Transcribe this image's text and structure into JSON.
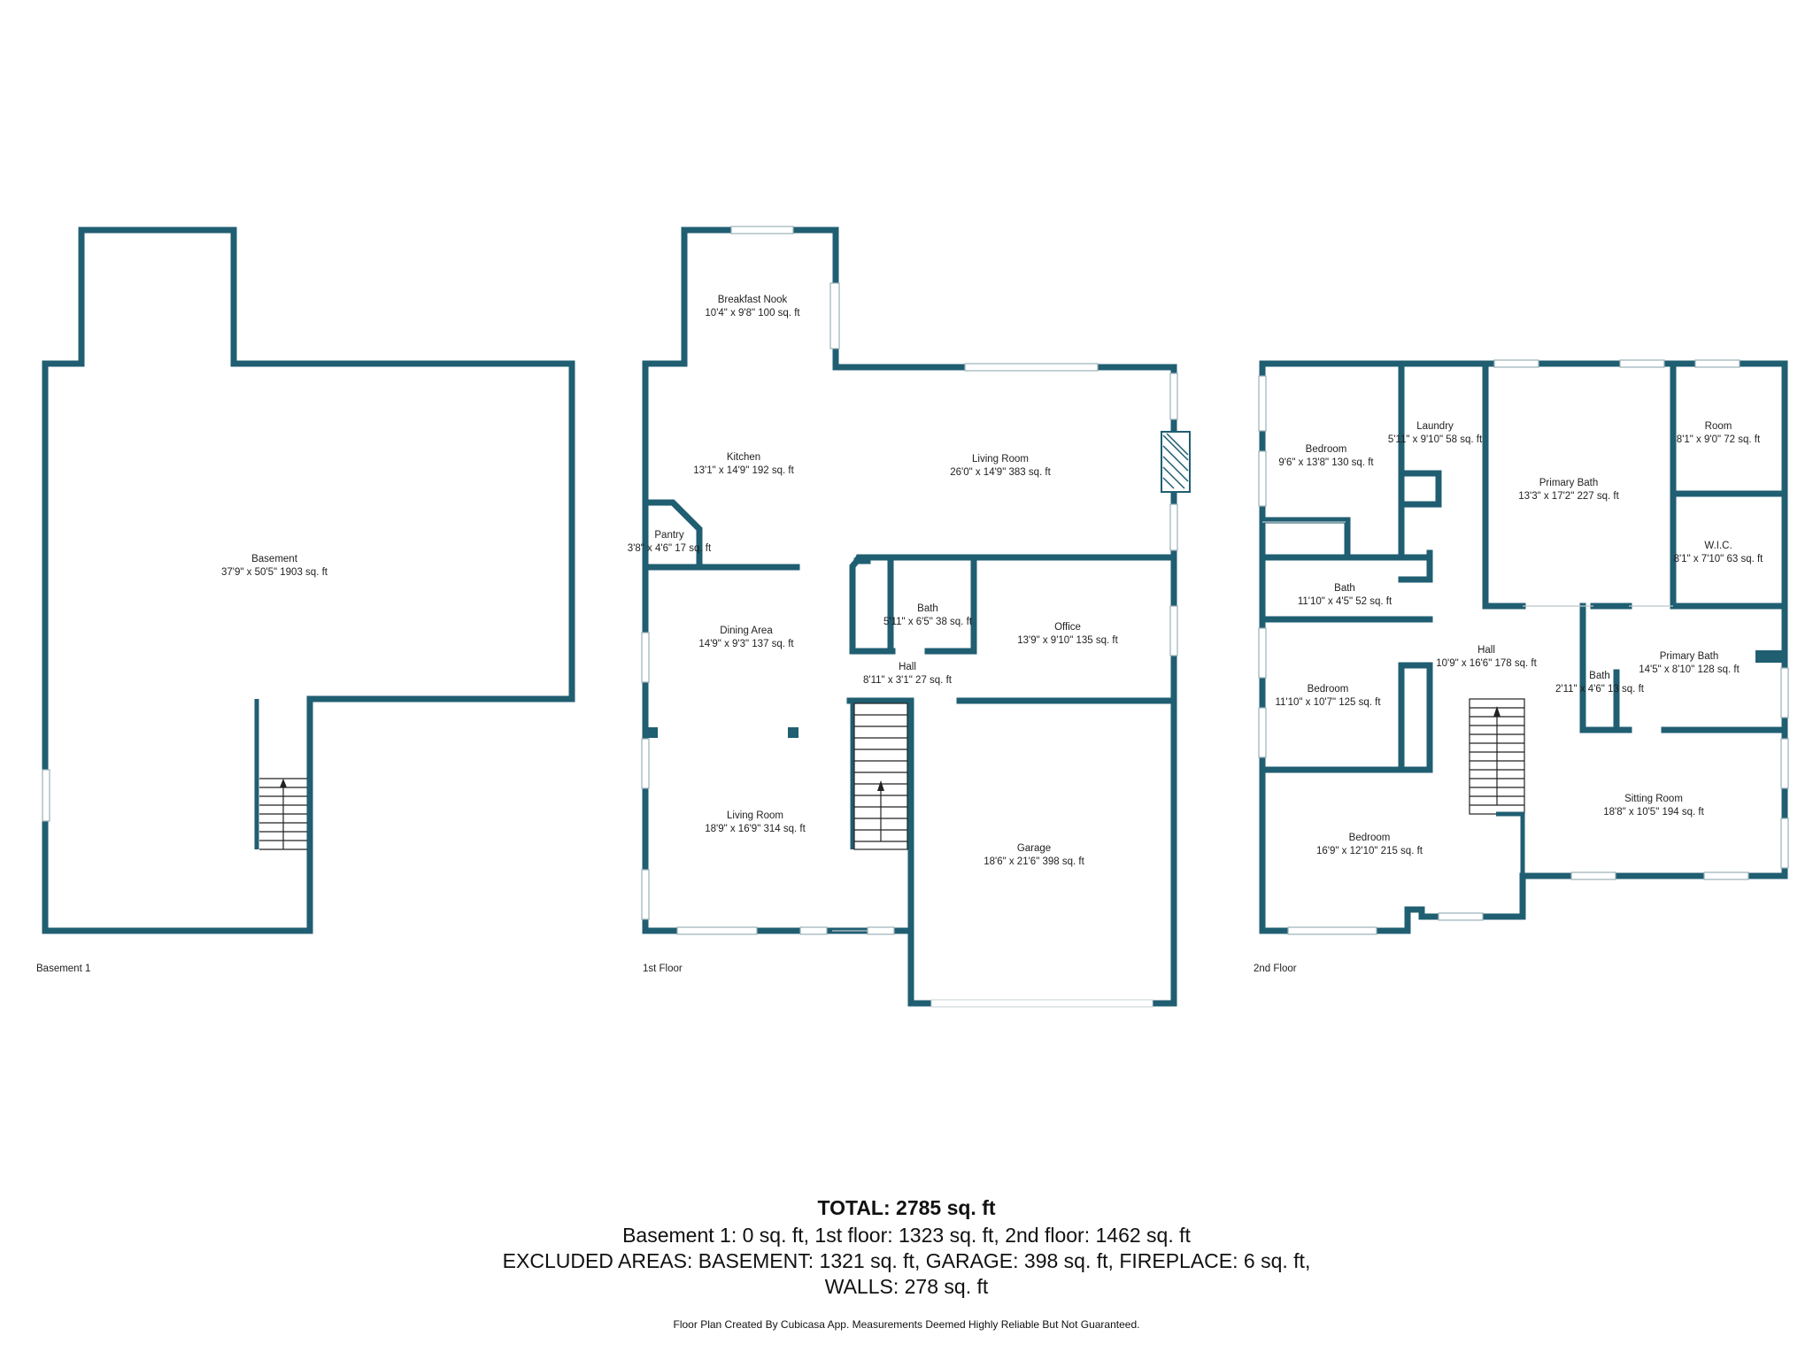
{
  "floors": [
    {
      "id": "basement",
      "label": "Basement 1"
    },
    {
      "id": "first",
      "label": "1st Floor"
    },
    {
      "id": "second",
      "label": "2nd Floor"
    }
  ],
  "rooms": {
    "basement": {
      "name": "Basement",
      "dim": "37'9\" x 50'5\" 1903 sq. ft"
    },
    "breakfast_nook": {
      "name": "Breakfast Nook",
      "dim": "10'4\" x 9'8\" 100 sq. ft"
    },
    "kitchen": {
      "name": "Kitchen",
      "dim": "13'1\" x 14'9\" 192 sq. ft"
    },
    "living_room_1": {
      "name": "Living Room",
      "dim": "26'0\" x 14'9\" 383 sq. ft"
    },
    "pantry": {
      "name": "Pantry",
      "dim": "3'8\" x 4'6\" 17 sq. ft"
    },
    "dining_area": {
      "name": "Dining Area",
      "dim": "14'9\" x 9'3\" 137 sq. ft"
    },
    "bath_1": {
      "name": "Bath",
      "dim": "5'11\" x 6'5\" 38 sq. ft"
    },
    "office": {
      "name": "Office",
      "dim": "13'9\" x 9'10\" 135 sq. ft"
    },
    "hall_1": {
      "name": "Hall",
      "dim": "8'11\" x 3'1\" 27 sq. ft"
    },
    "living_room_2": {
      "name": "Living Room",
      "dim": "18'9\" x 16'9\" 314 sq. ft"
    },
    "garage": {
      "name": "Garage",
      "dim": "18'6\" x 21'6\" 398 sq. ft"
    },
    "bedroom_a": {
      "name": "Bedroom",
      "dim": "9'6\" x 13'8\" 130 sq. ft"
    },
    "laundry": {
      "name": "Laundry",
      "dim": "5'11\" x 9'10\" 58 sq. ft"
    },
    "primary_bath_a": {
      "name": "Primary Bath",
      "dim": "13'3\" x 17'2\" 227 sq. ft"
    },
    "room": {
      "name": "Room",
      "dim": "8'1\" x 9'0\" 72 sq. ft"
    },
    "wic": {
      "name": "W.I.C.",
      "dim": "8'1\" x 7'10\" 63 sq. ft"
    },
    "bath_2": {
      "name": "Bath",
      "dim": "11'10\" x 4'5\" 52 sq. ft"
    },
    "hall_2": {
      "name": "Hall",
      "dim": "10'9\" x 16'6\" 178 sq. ft"
    },
    "primary_bath_b": {
      "name": "Primary Bath",
      "dim": "14'5\" x 8'10\" 128 sq. ft"
    },
    "bath_3": {
      "name": "Bath",
      "dim": "2'11\" x 4'6\" 13 sq. ft"
    },
    "bedroom_b": {
      "name": "Bedroom",
      "dim": "11'10\" x 10'7\" 125 sq. ft"
    },
    "sitting_room": {
      "name": "Sitting Room",
      "dim": "18'8\" x 10'5\" 194 sq. ft"
    },
    "bedroom_c": {
      "name": "Bedroom",
      "dim": "16'9\" x 12'10\" 215 sq. ft"
    }
  },
  "summary": {
    "total": "TOTAL: 2785 sq. ft",
    "line1": "Basement 1: 0 sq. ft, 1st floor: 1323 sq. ft, 2nd floor: 1462 sq. ft",
    "line2": "EXCLUDED AREAS: BASEMENT: 1321 sq. ft, GARAGE: 398 sq. ft, FIREPLACE: 6 sq. ft,",
    "line3": "WALLS: 278 sq. ft",
    "credit": "Floor Plan Created By Cubicasa App. Measurements Deemed Highly Reliable But Not Guaranteed."
  },
  "colors": {
    "wall": "#205e72",
    "background": "#ffffff",
    "text": "#1f1f1f"
  }
}
